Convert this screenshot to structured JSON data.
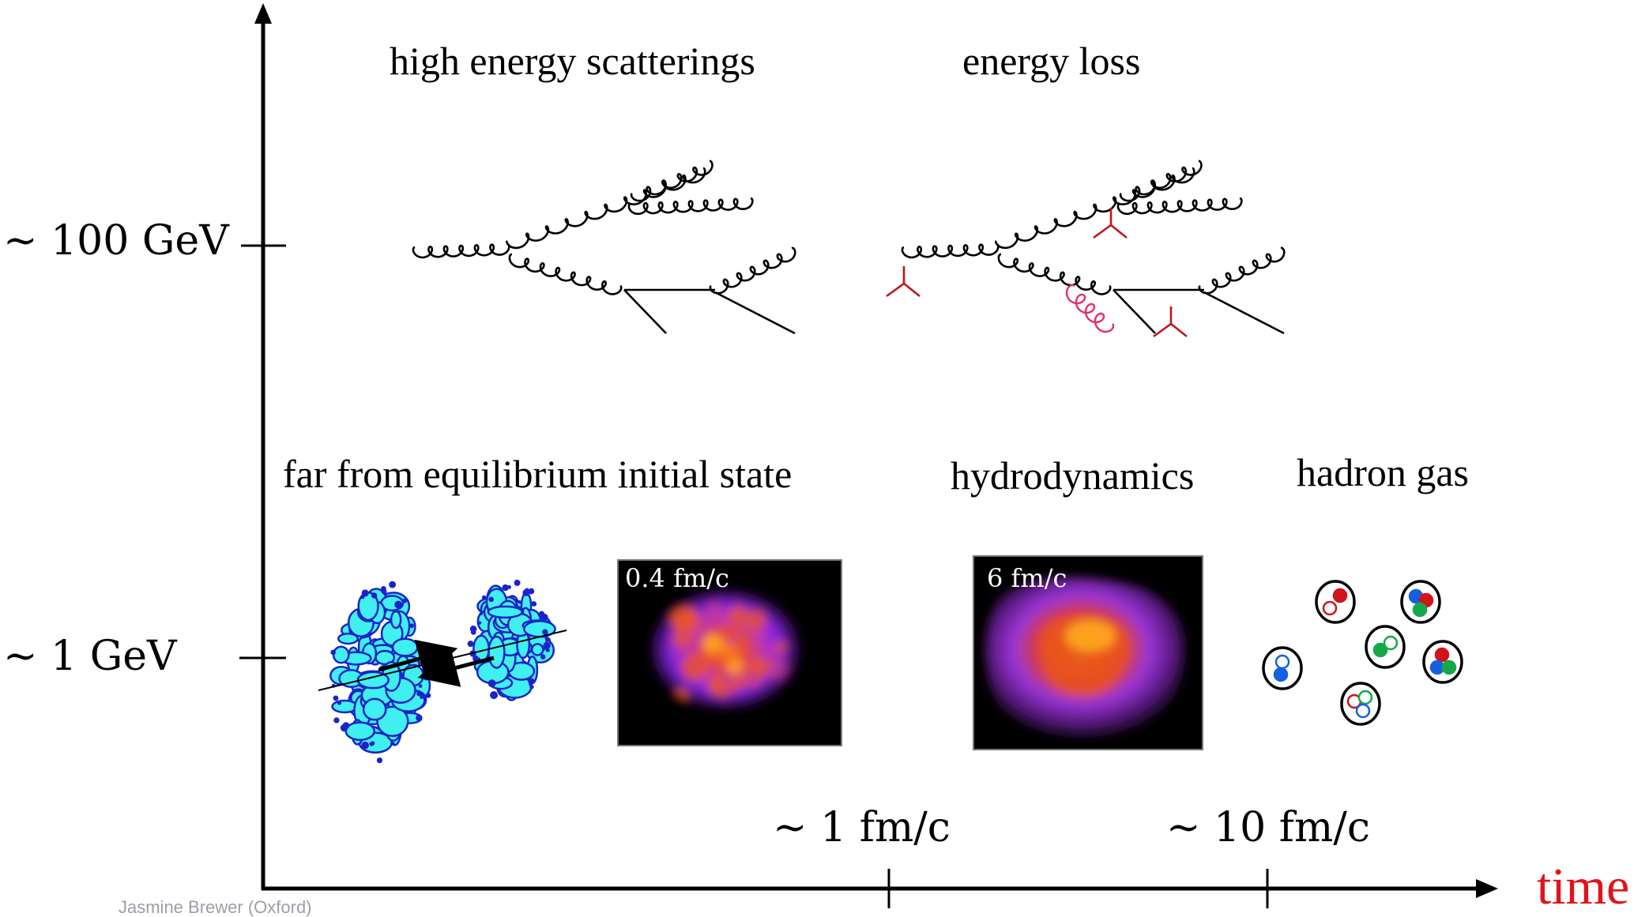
{
  "axes": {
    "y_ticks": [
      "~ 100 GeV",
      "~ 1 GeV"
    ],
    "x_ticks": [
      "~ 1 fm/c",
      "~ 10 fm/c"
    ],
    "x_label": "time"
  },
  "stages": {
    "high_energy": "high energy scatterings",
    "energy_loss": "energy loss",
    "initial_state": "far from equilibrium initial state",
    "hydro": "hydrodynamics",
    "hadron_gas": "hadron gas"
  },
  "panels": {
    "early": "0.4 fm/c",
    "late": "6 fm/c"
  },
  "footer": "Jasmine Brewer (Oxford)",
  "colors": {
    "axis": "#000000",
    "time_label": "#e0141a",
    "quench_marker": "#c0141c",
    "radiated_gluon": "#e0306a",
    "quark_red": "#d0141a",
    "quark_blue": "#1560e0",
    "quark_green": "#14a84a",
    "collision_cyan": "#40f0f0",
    "collision_blue": "#1a24c8"
  }
}
